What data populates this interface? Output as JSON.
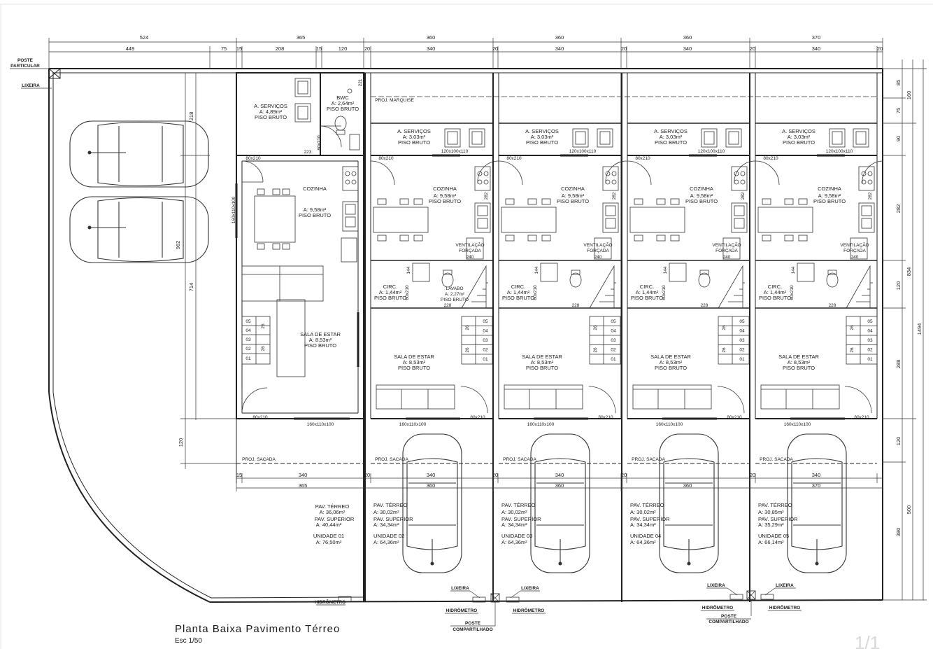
{
  "drawing": {
    "title": "Planta Baixa Pavimento Térreo",
    "scale": "Esc 1/50",
    "page_indicator": "1/1"
  },
  "top_dims": {
    "row1": [
      "524",
      "365",
      "360",
      "360",
      "360",
      "370"
    ],
    "row2": [
      "449",
      "75",
      "15",
      "208",
      "15",
      "120",
      "20",
      "340",
      "20",
      "340",
      "20",
      "340",
      "20",
      "340",
      "20"
    ]
  },
  "right_dims": {
    "inner": [
      "85",
      "75",
      "90",
      "282",
      "120",
      "288",
      "120",
      "380"
    ],
    "middle": [
      "160",
      "834",
      "500"
    ],
    "outer": [
      "1494"
    ]
  },
  "left_dims": [
    "218",
    "714",
    "120",
    "962"
  ],
  "bottom_dims": {
    "row1": [
      "15",
      "340",
      "20",
      "340",
      "20",
      "340",
      "20",
      "340",
      "20"
    ],
    "row2": [
      "365",
      "360",
      "360",
      "360",
      "370"
    ]
  },
  "callouts": {
    "poste_particular": [
      "POSTE",
      "PARTICULAR"
    ],
    "lixeira": "LIXEIRA",
    "hidrometro": "HIDRÔMETRO",
    "poste_compartilhado": [
      "POSTE",
      "COMPARTILHADO"
    ],
    "proj_marquise": "PROJ. MARQUISE",
    "proj_sacada": "PROJ. SACADA"
  },
  "unit01": {
    "servicos": [
      "A. SERVIÇOS",
      "A: 4,89m²",
      "PISO BRUTO"
    ],
    "bwc": [
      "BWC",
      "A: 2,64m²",
      "PISO BRUTO"
    ],
    "cozinha": [
      "COZINHA",
      "A: 9,58m²",
      "PISO BRUTO"
    ],
    "sala": [
      "SALA DE ESTAR",
      "A: 8,53m²",
      "PISO BRUTO"
    ],
    "doors": [
      "80x210",
      "80x210",
      "60x210"
    ],
    "windows": [
      "160x110x100",
      "160x110x100"
    ],
    "dims": [
      "223",
      "221"
    ],
    "steps": [
      "05",
      "04",
      "03",
      "02",
      "01"
    ],
    "tread": "26",
    "areas": [
      "PAV. TÉRREO",
      "A: 36,06m²",
      "PAV. SUPERIOR",
      "A: 40,44m²",
      "UNIDADE 01",
      "A: 76,50m²"
    ]
  },
  "units": [
    {
      "areas": [
        "PAV. TÉRREO",
        "A: 30,02m²",
        "PAV. SUPERIOR",
        "A: 34,34m²",
        "UNIDADE 02",
        "A: 64,36m²"
      ],
      "show_lavabo": true
    },
    {
      "areas": [
        "PAV. TÉRREO",
        "A: 30,02m²",
        "PAV. SUPERIOR",
        "A: 34,34m²",
        "UNIDADE 03",
        "A: 64,36m²"
      ],
      "show_lavabo": false
    },
    {
      "areas": [
        "PAV. TÉRREO",
        "A: 30,02m²",
        "PAV. SUPERIOR",
        "A: 34,34m²",
        "UNIDADE 04",
        "A: 64,36m²"
      ],
      "show_lavabo": false
    },
    {
      "areas": [
        "PAV. TÉRREO",
        "A: 30,85m²",
        "PAV. SUPERIOR",
        "A: 35,29m²",
        "UNIDADE 05",
        "A: 66,14m²"
      ],
      "show_lavabo": false
    }
  ],
  "unit_common": {
    "servicos": [
      "A. SERVIÇOS",
      "A: 3,03m²",
      "PISO BRUTO"
    ],
    "cozinha": [
      "COZINHA",
      "A: 9,58m²",
      "PISO BRUTO"
    ],
    "ventilacao": [
      "VENTILAÇÃO",
      "FORÇADA"
    ],
    "vent_dim": "240",
    "circ": [
      "CIRC.",
      "A: 1,44m²",
      "PISO BRUTO"
    ],
    "lavabo": [
      "LAVABO",
      "A: 2,27m²",
      "PISO BRUTO"
    ],
    "sala": [
      "SALA DE ESTAR",
      "A: 8,53m²",
      "PISO BRUTO"
    ],
    "door": "80x210",
    "door_small": "60x210",
    "window_back": "120x100x110",
    "window_front": "160x110x100",
    "dim_228": "228",
    "dim_282": "282",
    "dim_144": "144",
    "steps": [
      "05",
      "04",
      "03",
      "02",
      "01"
    ],
    "tread": "26"
  }
}
